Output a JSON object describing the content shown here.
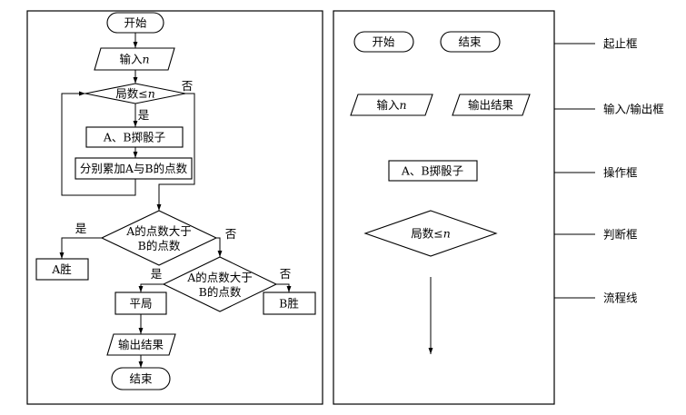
{
  "colors": {
    "stroke": "#000000",
    "background": "#ffffff"
  },
  "flowchart": {
    "start": "开始",
    "input": {
      "text": "输入",
      "var": "n"
    },
    "loop_check": {
      "text": "局数≤",
      "var": "n",
      "yes_label": "是",
      "no_label": "否"
    },
    "roll_dice": "A、B掷骰子",
    "accumulate": "分别累加A与B的点数",
    "compare_1": {
      "line1": "A的点数大于",
      "line2": "B的点数",
      "yes_label": "是",
      "no_label": "否"
    },
    "a_wins": "A胜",
    "compare_2": {
      "line1": "A的点数大于",
      "line2": "B的点数",
      "yes_label": "是",
      "no_label": "否"
    },
    "draw": "平局",
    "b_wins": "B胜",
    "output": "输出结果",
    "end": "结束"
  },
  "legend": {
    "start": "开始",
    "end": "结束",
    "input": {
      "text": "输入",
      "var": "n"
    },
    "output": "输出结果",
    "process": "A、B掷骰子",
    "decision": {
      "text": "局数≤",
      "var": "n"
    },
    "labels": {
      "terminal": "起止框",
      "io": "输入/输出框",
      "process": "操作框",
      "decision": "判断框",
      "flowline": "流程线"
    }
  }
}
